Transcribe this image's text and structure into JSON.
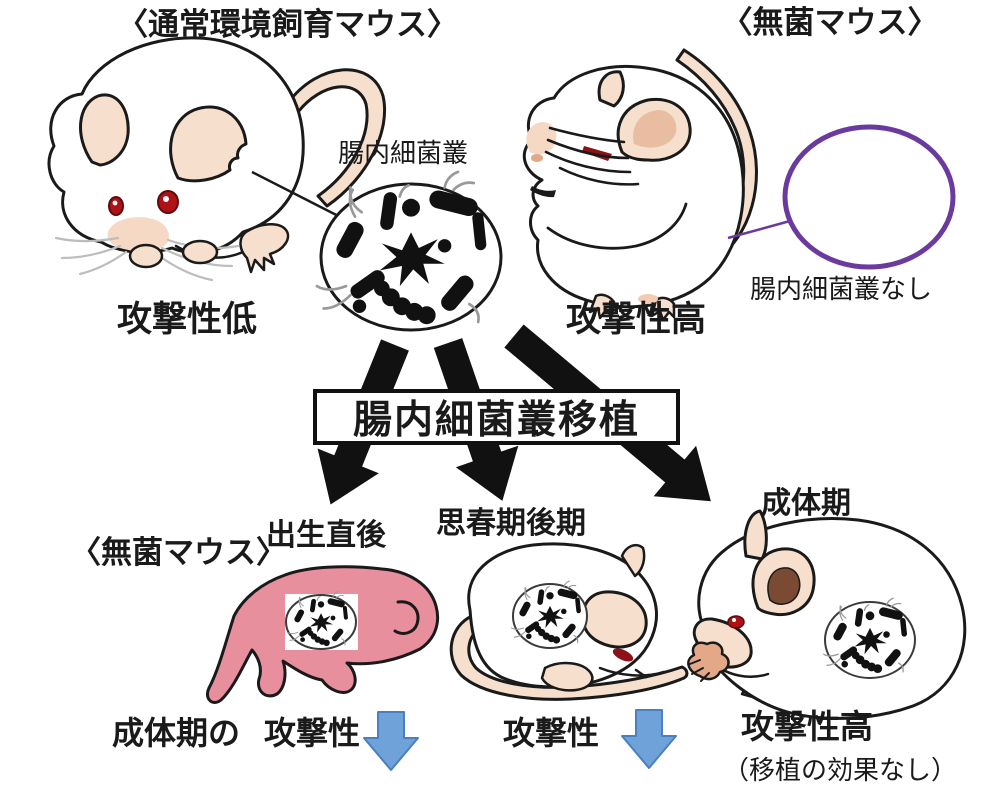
{
  "title_left": "〈通常環境飼育マウス〉",
  "title_right": "〈無菌マウス〉",
  "top_left": {
    "microbiota_label": "腸内細菌叢",
    "aggression": "攻撃性低"
  },
  "top_right": {
    "no_microbiota_label": "腸内細菌叢なし",
    "aggression": "攻撃性高"
  },
  "transplant": {
    "label": "腸内細菌叢移植"
  },
  "bottom": {
    "recipient": "〈無菌マウス〉",
    "stages": {
      "newborn": "出生直後",
      "late_adolescence": "思春期後期",
      "adult": "成体期"
    },
    "results": {
      "newborn_prefix": "成体期の",
      "newborn": "攻撃性",
      "adolescence": "攻撃性",
      "adult": "攻撃性高",
      "adult_note": "（移植の効果なし）"
    }
  },
  "icons": {
    "transplant_arrows": "thick-black-diagonal-down-arrow",
    "decrease_arrow": "blue-down-arrow"
  },
  "colors": {
    "background": "#ffffff",
    "outline": "#1a1a1a",
    "mouse_pink": "#f6dfcc",
    "newborn_pink": "#e78f9d",
    "eye_red": "#b01116",
    "empty_circle_purple": "#6a3a9e",
    "decrease_arrow_blue": "#6ea2d8"
  }
}
